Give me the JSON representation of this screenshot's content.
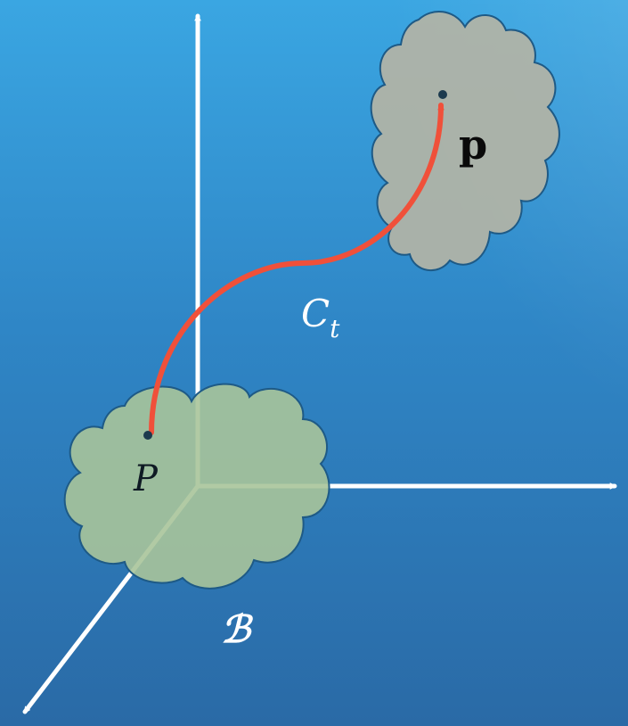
{
  "labels": {
    "reference_point": "P",
    "current_point": "p",
    "curve": "C",
    "curve_subscript": "t",
    "body": "ℬ"
  },
  "colors": {
    "background_top": "#3aa6e2",
    "background_bottom": "#2a6aa6",
    "axis": "#ffffff",
    "reference_body_fill": "#a8c49a",
    "current_body_fill": "#b0b3a6",
    "body_stroke": "#1e5a86",
    "curve": "#f0503a",
    "point": "#1c3a4e"
  },
  "icons": {
    "axes": "3d-coordinate-axes",
    "reference_body": "cloud-shape",
    "current_body": "cloud-shape",
    "curve": "arrow-curve"
  }
}
